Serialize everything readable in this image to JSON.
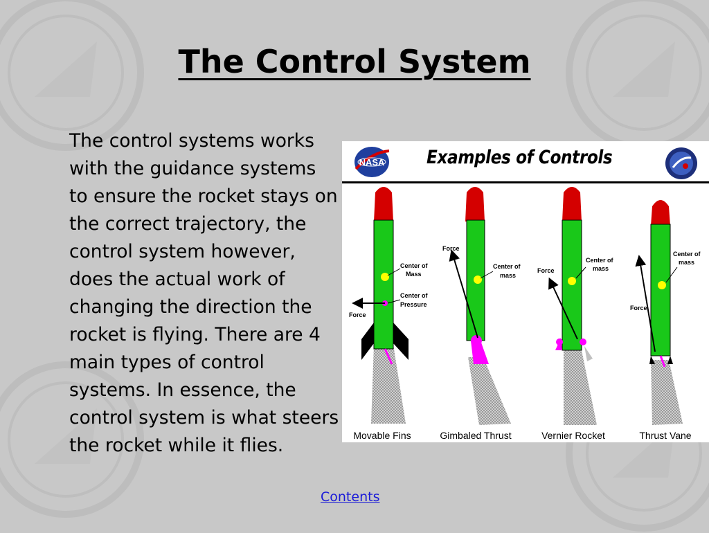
{
  "slide": {
    "title": "The Control System",
    "body": "The control systems works with the guidance systems to ensure the rocket stays on the correct trajectory, the control system however, does the actual work of changing the direction the rocket is flying. There are 4 main types of control systems. In essence, the control system is what steers the rocket while it flies.",
    "link": "Contents"
  },
  "figure": {
    "title": "Examples  of  Controls",
    "nasa_logo_text": "NASA",
    "rockets": [
      {
        "caption": "Movable  Fins",
        "labels": [
          "Center of",
          "Mass",
          "Center of",
          "Pressure",
          "Force"
        ]
      },
      {
        "caption": "Gimbaled  Thrust",
        "labels": [
          "Force",
          "Center of",
          "mass"
        ]
      },
      {
        "caption": "Vernier  Rocket",
        "labels": [
          "Center of",
          "mass",
          "Force"
        ]
      },
      {
        "caption": "Thrust  Vane",
        "labels": [
          "Center of",
          "mass",
          "Force"
        ]
      }
    ]
  },
  "colors": {
    "background": "#c8c8c8",
    "rocket_body": "#19c819",
    "rocket_nose": "#d40000",
    "center_of_mass": "#ffff00",
    "thrust_nozzle": "#ff00ff",
    "link": "#1a1ad8"
  },
  "icons": [
    "nasa-logo-icon",
    "exploration-logo-icon",
    "civil-air-patrol-seal-icon"
  ]
}
